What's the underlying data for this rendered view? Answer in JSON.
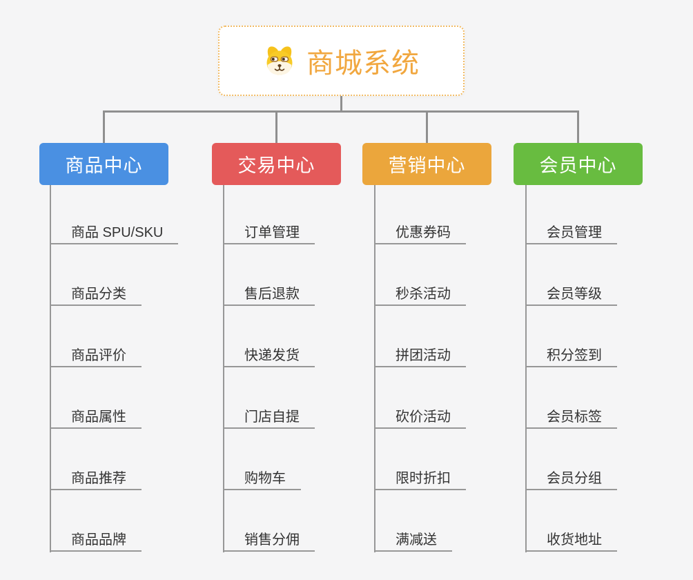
{
  "root": {
    "title": "商城系统",
    "icon": "dog-face-icon"
  },
  "branches": [
    {
      "label": "商品中心",
      "color": "#4a90e2",
      "items": [
        "商品 SPU/SKU",
        "商品分类",
        "商品评价",
        "商品属性",
        "商品推荐",
        "商品品牌"
      ]
    },
    {
      "label": "交易中心",
      "color": "#e45a5a",
      "items": [
        "订单管理",
        "售后退款",
        "快递发货",
        "门店自提",
        "购物车",
        "销售分佣"
      ]
    },
    {
      "label": "营销中心",
      "color": "#eba63c",
      "items": [
        "优惠券码",
        "秒杀活动",
        "拼团活动",
        "砍价活动",
        "限时折扣",
        "满减送"
      ]
    },
    {
      "label": "会员中心",
      "color": "#68bc40",
      "items": [
        "会员管理",
        "会员等级",
        "积分签到",
        "会员标签",
        "会员分组",
        "收货地址"
      ]
    }
  ],
  "colors": {
    "background": "#f5f5f6",
    "root_border": "#f2bb64",
    "root_title": "#f1a73f",
    "connector": "#979797",
    "item_text": "#333333"
  }
}
